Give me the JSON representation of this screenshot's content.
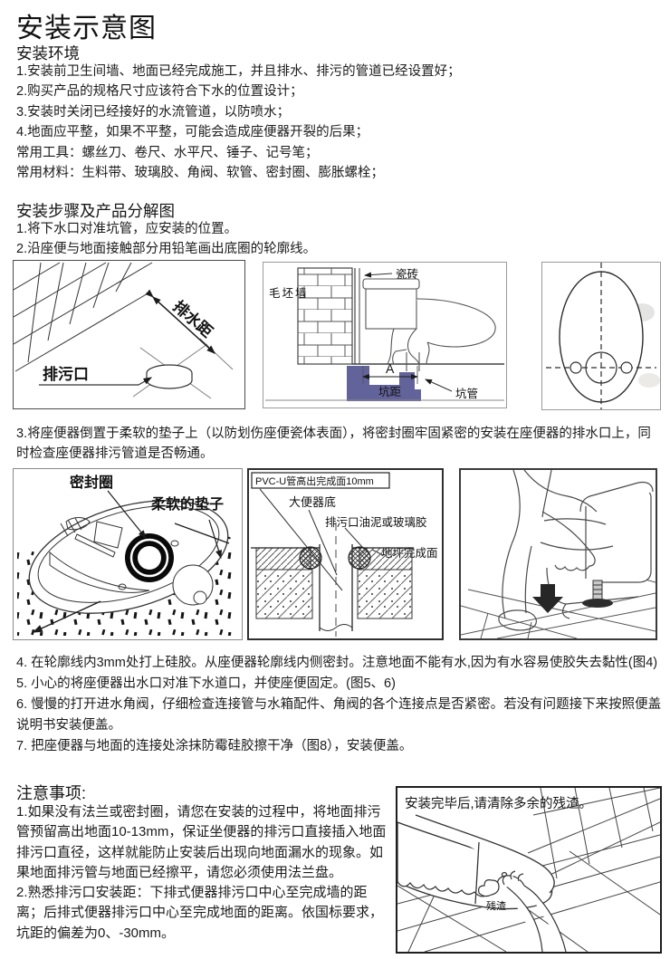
{
  "page_title": "安装示意图",
  "sections": {
    "environment": {
      "heading": "安装环境",
      "lines": [
        "1.安装前卫生间墙、地面已经完成施工，并且排水、排污的管道已经设置好；",
        "2.购买产品的规格尺寸应该符合下水的位置设计；",
        "3.安装时关闭已经接好的水流管道，以防喷水；",
        "4.地面应平整，如果不平整，可能会造成座便器开裂的后果；",
        "常用工具：螺丝刀、卷尺、水平尺、锤子、记号笔；",
        "常用材料：生料带、玻璃胶、角阀、软管、密封圈、膨胀螺栓；"
      ]
    },
    "steps": {
      "heading": "安装步骤及产品分解图",
      "step_1": "1.将下水口对准坑管，应安装的位置。",
      "step_2": "2.沿座便与地面接触部分用铅笔画出底圈的轮廓线。",
      "step_3": "3.将座便器倒置于柔软的垫子上（以防划伤座便瓷体表面），将密封圈牢固紧密的安装在座便器的排水口上，同时检查座便器排污管道是否畅通。",
      "step_4": "4. 在轮廓线内3mm处打上硅胶。从座便器轮廓线内侧密封。注意地面不能有水,因为有水容易使胶失去黏性(图4)",
      "step_5": "5. 小心的将座便器出水口对准下水道口，并使座便固定。(图5、6)",
      "step_6": "6. 慢慢的打开进水角阀，仔细检查连接管与水箱配件、角阀的各个连接点是否紧密。若没有问题接下来按照便盖说明书安装便盖。",
      "step_7": "7. 把座便器与地面的连接处涂抹防霉硅胶擦干净（图8），安装便盖。"
    },
    "notes": {
      "heading": "注意事项:",
      "note_1": "1.如果没有法兰或密封圈，请您在安装的过程中，将地面排污管预留高出地面10-13mm，保证坐便器的排污口直接插入地面排污口直径，这样就能防止安装后出现向地面漏水的现象。如果地面排污管与地面已经擦平，请您必须使用法兰盘。",
      "note_2": "2.熟悉排污口安装距：下排式便器排污口中心至完成墙的距离；后排式便器排污口中心至完成地面的距离。依国标要求，坑距的偏差为0、-30mm。"
    }
  },
  "diagrams": {
    "drain_position": {
      "label_drain_distance": "排水距",
      "label_drain_outlet": "排污口"
    },
    "side_view": {
      "label_rough_wall": "毛坯墙",
      "label_tile": "瓷砖",
      "label_dim_a": "A",
      "label_pit_distance": "坑距",
      "label_pit_pipe": "坑管",
      "pipe_color": "#63639b"
    },
    "inverted_toilet": {
      "label_seal_ring": "密封圈",
      "label_soft_mat": "柔软的垫子"
    },
    "pipe_section": {
      "label_pvc_pipe": "PVC-U管高出完成面10mm",
      "label_toilet_bottom": "大便器底",
      "label_outlet_putty": "排污口油泥或玻璃胶",
      "label_floor_finish": "地坪完成面"
    },
    "cleanup": {
      "caption": "安装完毕后,请清除多余的残渣。",
      "label_residue": "残渣"
    }
  }
}
